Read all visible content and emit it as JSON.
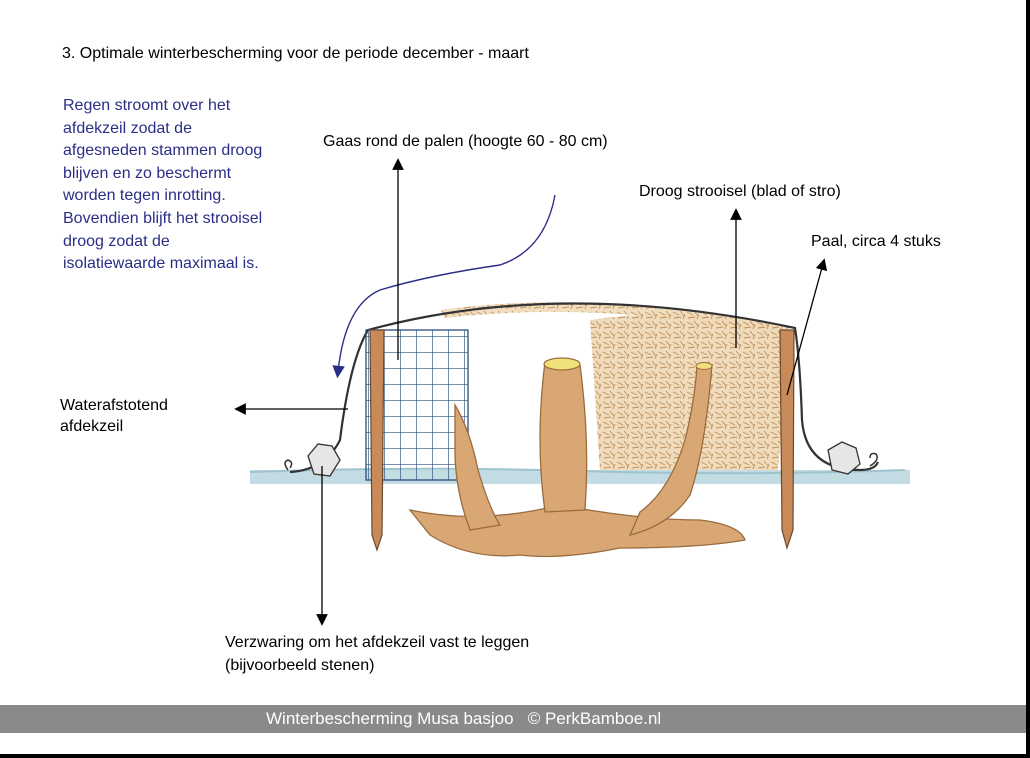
{
  "title": "3. Optimale winterbescherming voor de periode december - maart",
  "rain_note": "Regen stroomt over het\nafdekzeil zodat de\nafgesneden stammen droog\nblijven en zo beschermt\nworden tegen inrotting.\nBovendien blijft het strooisel\ndroog zodat de\nisolatiewaarde maximaal is.",
  "labels": {
    "gaas": "Gaas rond de palen (hoogte 60 - 80 cm)",
    "strooisel": "Droog strooisel (blad of stro)",
    "paal": "Paal, circa 4 stuks",
    "afdekzeil_line1": "Waterafstotend",
    "afdekzeil_line2": "afdekzeil",
    "verzwaring_line1": "Verzwaring om het afdekzeil vast te leggen",
    "verzwaring_line2": "(bijvoorbeeld stenen)"
  },
  "footer": "Winterbescherming Musa basjoo   © PerkBamboe.nl",
  "colors": {
    "rain_text": "#2b2e86",
    "footer_bg": "#8a8a8a",
    "ground": "#bcd7e0",
    "stem": "#d9a774",
    "straw": "#d8b98c"
  }
}
